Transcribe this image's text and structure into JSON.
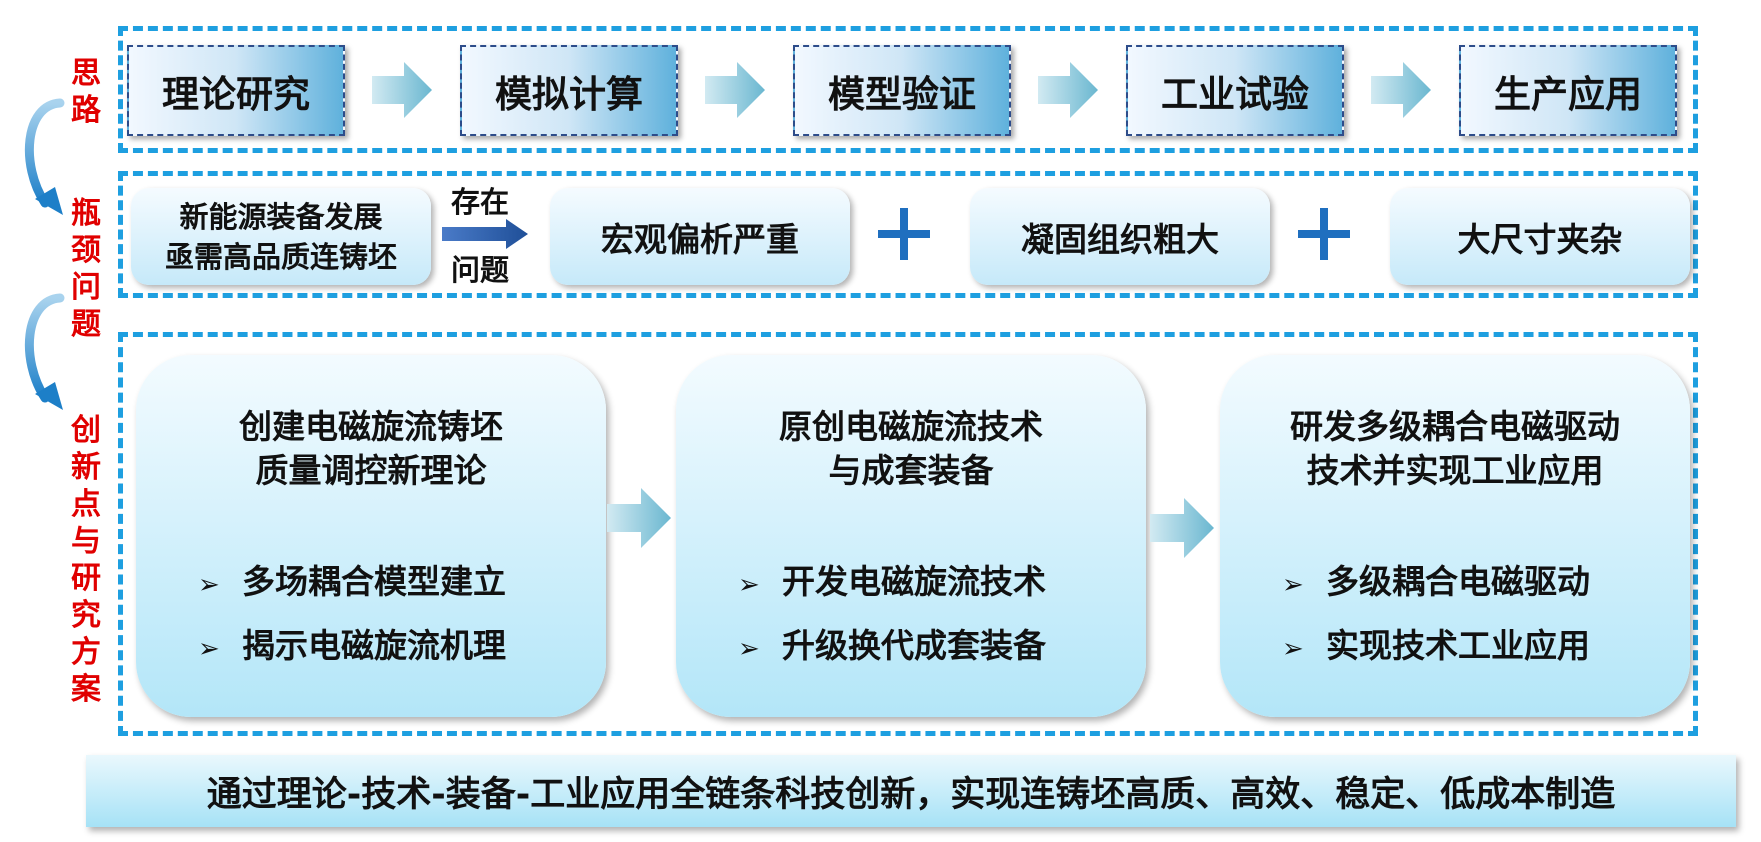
{
  "labels": {
    "thinking": "思路",
    "bottleneck": "瓶颈问题",
    "innovation": "创新点与研究方案"
  },
  "steps": [
    "理论研究",
    "模拟计算",
    "模型验证",
    "工业试验",
    "生产应用"
  ],
  "problem": {
    "need_line1": "新能源装备发展",
    "need_line2": "亟需高品质连铸坯",
    "exist_line1": "存在",
    "exist_line2": "问题",
    "issues": [
      "宏观偏析严重",
      "凝固组织粗大",
      "大尺寸夹杂"
    ]
  },
  "innovations": [
    {
      "title1": "创建电磁旋流铸坯",
      "title2": "质量调控新理论",
      "bullets": [
        "多场耦合模型建立",
        "揭示电磁旋流机理"
      ]
    },
    {
      "title1": "原创电磁旋流技术",
      "title2": "与成套装备",
      "bullets": [
        "开发电磁旋流技术",
        "升级换代成套装备"
      ]
    },
    {
      "title1": "研发多级耦合电磁驱动",
      "title2": "技术并实现工业应用",
      "bullets": [
        "多级耦合电磁驱动",
        "实现技术工业应用"
      ]
    }
  ],
  "summary": "通过理论-技术-装备-工业应用全链条科技创新，实现连铸坯高质、高效、稳定、低成本制造",
  "colors": {
    "label_red": "#e00000",
    "dash_blue": "#1e9fe0",
    "arrow_teal": "#7fc4d8"
  }
}
